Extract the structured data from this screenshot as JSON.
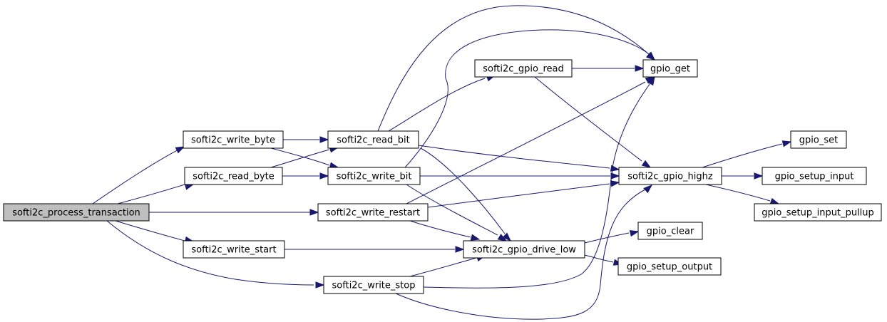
{
  "graph": {
    "nodes": [
      {
        "id": "softi2c_process_transaction",
        "label": "softi2c_process_transaction",
        "root": true
      },
      {
        "id": "softi2c_write_byte",
        "label": "softi2c_write_byte"
      },
      {
        "id": "softi2c_read_byte",
        "label": "softi2c_read_byte"
      },
      {
        "id": "softi2c_write_start",
        "label": "softi2c_write_start"
      },
      {
        "id": "softi2c_write_restart",
        "label": "softi2c_write_restart"
      },
      {
        "id": "softi2c_write_stop",
        "label": "softi2c_write_stop"
      },
      {
        "id": "softi2c_read_bit",
        "label": "softi2c_read_bit"
      },
      {
        "id": "softi2c_write_bit",
        "label": "softi2c_write_bit"
      },
      {
        "id": "softi2c_gpio_read",
        "label": "softi2c_gpio_read"
      },
      {
        "id": "softi2c_gpio_drive_low",
        "label": "softi2c_gpio_drive_low"
      },
      {
        "id": "gpio_get",
        "label": "gpio_get"
      },
      {
        "id": "softi2c_gpio_highz",
        "label": "softi2c_gpio_highz"
      },
      {
        "id": "gpio_clear",
        "label": "gpio_clear"
      },
      {
        "id": "gpio_setup_output",
        "label": "gpio_setup_output"
      },
      {
        "id": "gpio_set",
        "label": "gpio_set"
      },
      {
        "id": "gpio_setup_input",
        "label": "gpio_setup_input"
      },
      {
        "id": "gpio_setup_input_pullup",
        "label": "gpio_setup_input_pullup"
      }
    ],
    "edges": [
      {
        "from": "softi2c_process_transaction",
        "to": "softi2c_write_byte"
      },
      {
        "from": "softi2c_process_transaction",
        "to": "softi2c_read_byte"
      },
      {
        "from": "softi2c_process_transaction",
        "to": "softi2c_write_restart"
      },
      {
        "from": "softi2c_process_transaction",
        "to": "softi2c_write_start"
      },
      {
        "from": "softi2c_process_transaction",
        "to": "softi2c_write_stop"
      },
      {
        "from": "softi2c_write_byte",
        "to": "softi2c_read_bit"
      },
      {
        "from": "softi2c_write_byte",
        "to": "softi2c_write_bit"
      },
      {
        "from": "softi2c_read_byte",
        "to": "softi2c_read_bit"
      },
      {
        "from": "softi2c_read_byte",
        "to": "softi2c_write_bit"
      },
      {
        "from": "softi2c_read_bit",
        "to": "softi2c_gpio_read"
      },
      {
        "from": "softi2c_read_bit",
        "to": "gpio_get"
      },
      {
        "from": "softi2c_read_bit",
        "to": "softi2c_gpio_highz"
      },
      {
        "from": "softi2c_read_bit",
        "to": "softi2c_gpio_drive_low"
      },
      {
        "from": "softi2c_write_bit",
        "to": "gpio_get"
      },
      {
        "from": "softi2c_write_bit",
        "to": "softi2c_gpio_highz"
      },
      {
        "from": "softi2c_write_bit",
        "to": "softi2c_gpio_drive_low"
      },
      {
        "from": "softi2c_write_restart",
        "to": "gpio_get"
      },
      {
        "from": "softi2c_write_restart",
        "to": "softi2c_gpio_highz"
      },
      {
        "from": "softi2c_write_restart",
        "to": "softi2c_gpio_drive_low"
      },
      {
        "from": "softi2c_write_start",
        "to": "softi2c_gpio_drive_low"
      },
      {
        "from": "softi2c_write_stop",
        "to": "softi2c_gpio_drive_low"
      },
      {
        "from": "softi2c_write_stop",
        "to": "gpio_get"
      },
      {
        "from": "softi2c_write_stop",
        "to": "softi2c_gpio_highz"
      },
      {
        "from": "softi2c_gpio_read",
        "to": "gpio_get"
      },
      {
        "from": "softi2c_gpio_read",
        "to": "softi2c_gpio_highz"
      },
      {
        "from": "softi2c_gpio_drive_low",
        "to": "gpio_clear"
      },
      {
        "from": "softi2c_gpio_drive_low",
        "to": "gpio_setup_output"
      },
      {
        "from": "softi2c_gpio_highz",
        "to": "gpio_set"
      },
      {
        "from": "softi2c_gpio_highz",
        "to": "gpio_setup_input"
      },
      {
        "from": "softi2c_gpio_highz",
        "to": "gpio_setup_input_pullup"
      }
    ],
    "colors": {
      "edge": "#191970",
      "root_fill": "#bfbfbf",
      "node_fill": "#ffffff"
    }
  }
}
